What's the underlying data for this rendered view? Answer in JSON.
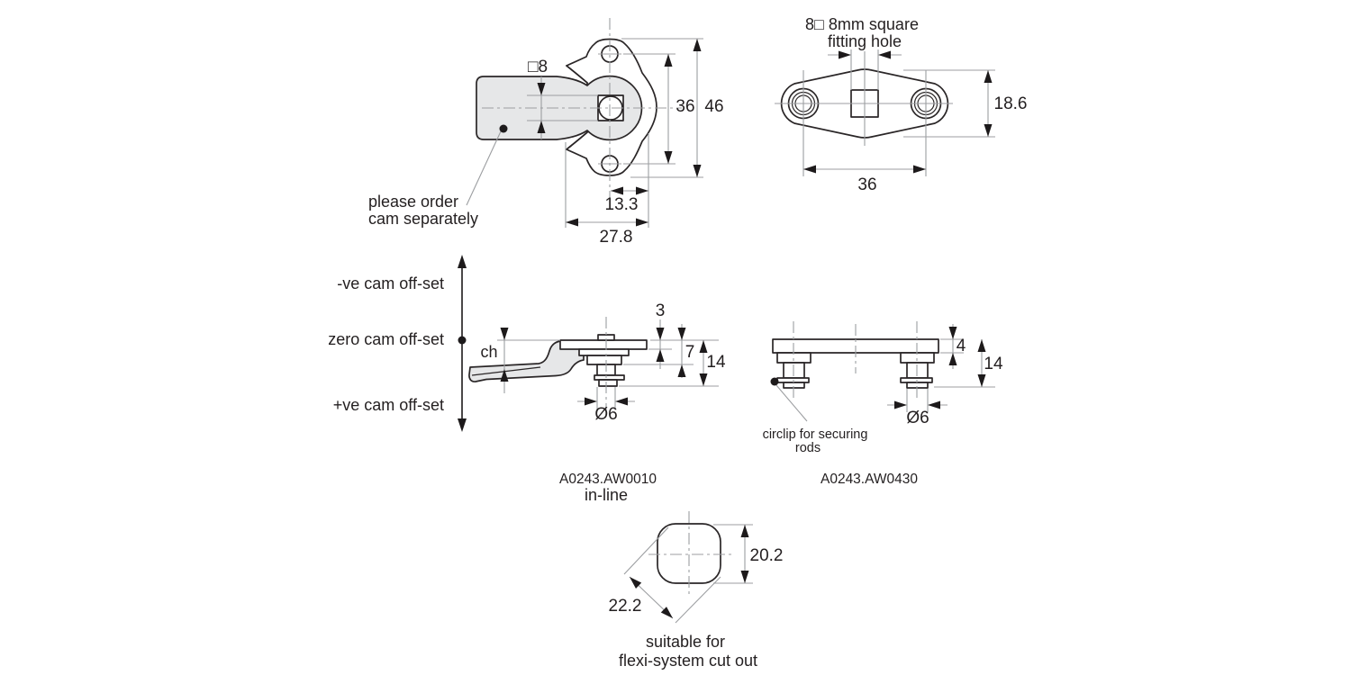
{
  "front_view": {
    "square_label": "□8",
    "dim_36": "36",
    "dim_46": "46",
    "dim_13_3": "13.3",
    "dim_27_8": "27.8",
    "note_line1": "please order",
    "note_line2": "cam separately"
  },
  "plan_view": {
    "title_line1": "8□ 8mm square",
    "title_line2": "fitting hole",
    "dim_18_6": "18.6",
    "dim_36": "36"
  },
  "offset_legend": {
    "negative_label": "-ve cam off-set",
    "zero_label": "zero cam off-set",
    "positive_label": "+ve cam off-set"
  },
  "inline_view": {
    "cam_height_label": "ch",
    "dim_3": "3",
    "dim_7": "7",
    "dim_14": "14",
    "dim_dia6": "Ø6",
    "part_number": "A0243.AW0010",
    "variant_label": "in-line"
  },
  "alt_view": {
    "dim_4": "4",
    "dim_14": "14",
    "dim_dia6": "Ø6",
    "note_line1": "circlip for securing",
    "note_line2": "rods",
    "part_number": "A0243.AW0430"
  },
  "cutout_view": {
    "dim_20_2": "20.2",
    "dim_22_2": "22.2",
    "note_line1": "suitable for",
    "note_line2": "flexi-system cut out"
  },
  "colors": {
    "outline": "#2a2627",
    "thin_line": "#9c9ea1",
    "cam_fill": "#e6e7e8",
    "text": "#231f20",
    "background": "#ffffff"
  }
}
